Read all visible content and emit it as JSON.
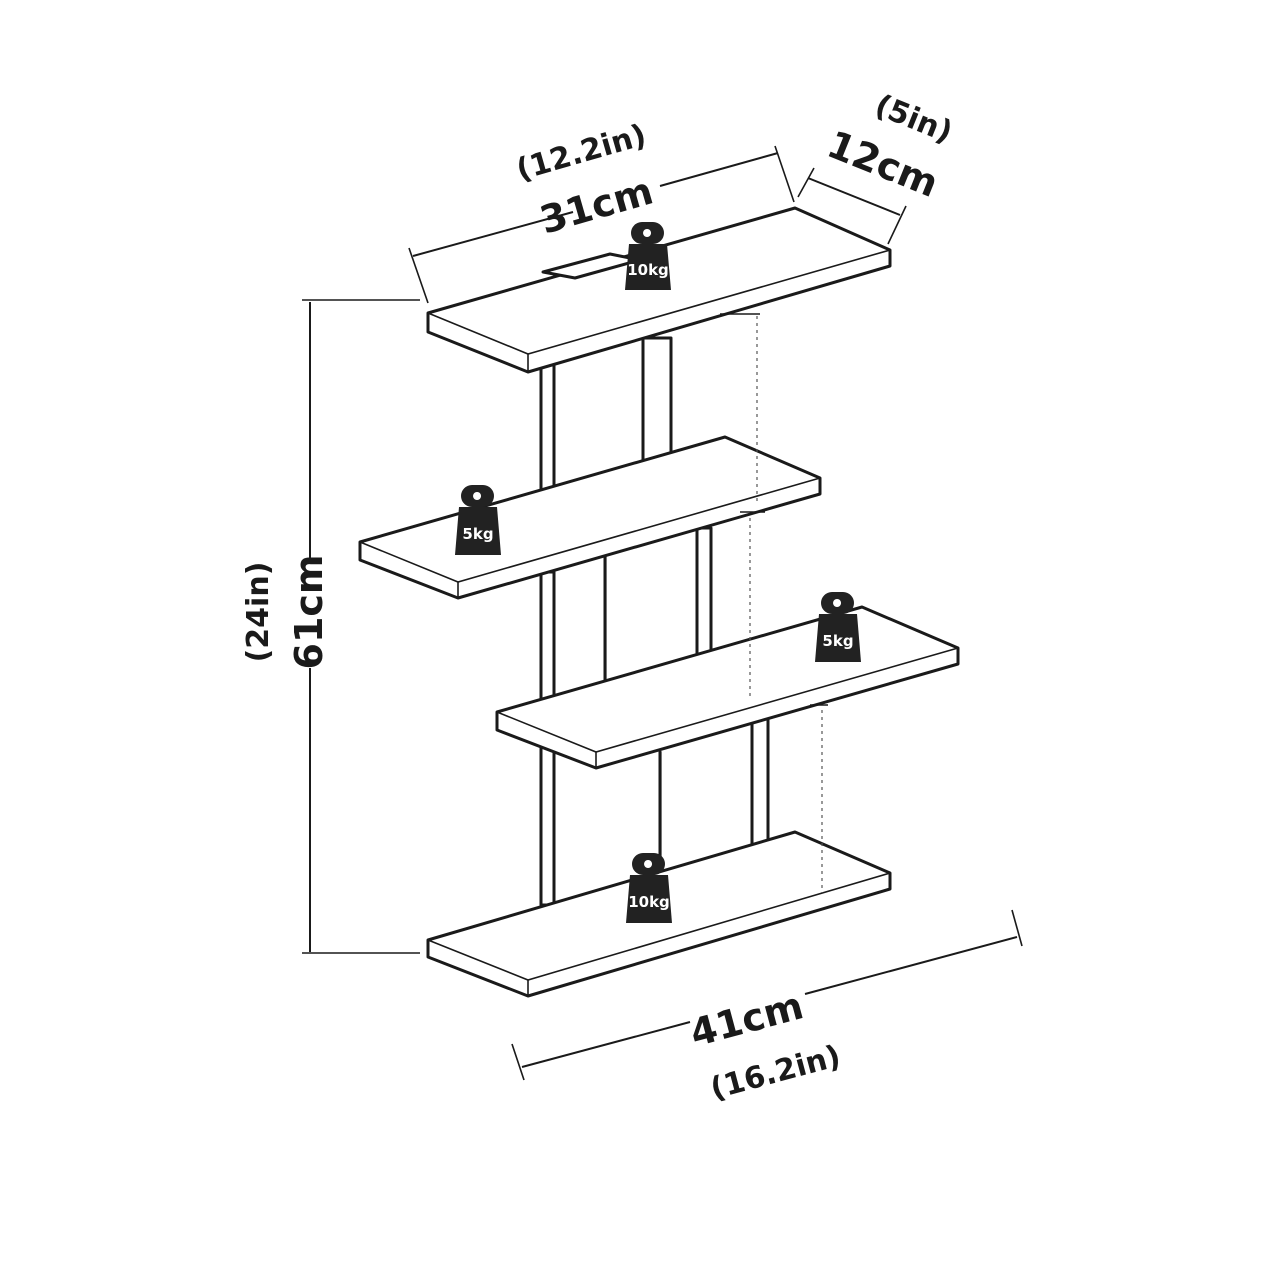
{
  "dimensions": {
    "top_width": {
      "metric": "31cm",
      "imperial": "(12.2in)"
    },
    "depth": {
      "metric": "12cm",
      "imperial": "(5in)"
    },
    "height": {
      "metric": "61cm",
      "imperial": "(24in)"
    },
    "bottom_width": {
      "metric": "41cm",
      "imperial": "(16.2in)"
    }
  },
  "weights": {
    "top_shelf": "10kg",
    "left_shelf": "5kg",
    "right_shelf": "5kg",
    "bottom_shelf": "10kg"
  },
  "colors": {
    "line": "#1a1a1a",
    "weight_fill": "#222222",
    "background": "#ffffff"
  }
}
